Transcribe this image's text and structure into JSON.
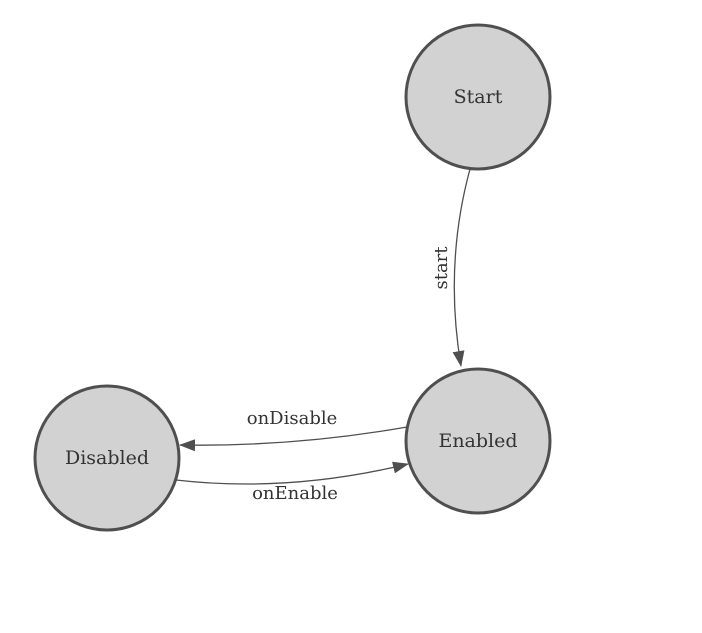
{
  "diagram": {
    "type": "state-machine",
    "nodes": [
      {
        "id": "start",
        "label": "Start"
      },
      {
        "id": "enabled",
        "label": "Enabled"
      },
      {
        "id": "disabled",
        "label": "Disabled"
      }
    ],
    "edges": [
      {
        "from": "Start",
        "to": "Enabled",
        "label": "start"
      },
      {
        "from": "Enabled",
        "to": "Disabled",
        "label": "onDisable"
      },
      {
        "from": "Disabled",
        "to": "Enabled",
        "label": "onEnable"
      }
    ],
    "colors": {
      "background": "#ffffff",
      "node_fill": "#d2d2d2",
      "node_stroke": "#4f4f4f",
      "edge_stroke": "#4f4f4f",
      "text": "#333333"
    }
  }
}
